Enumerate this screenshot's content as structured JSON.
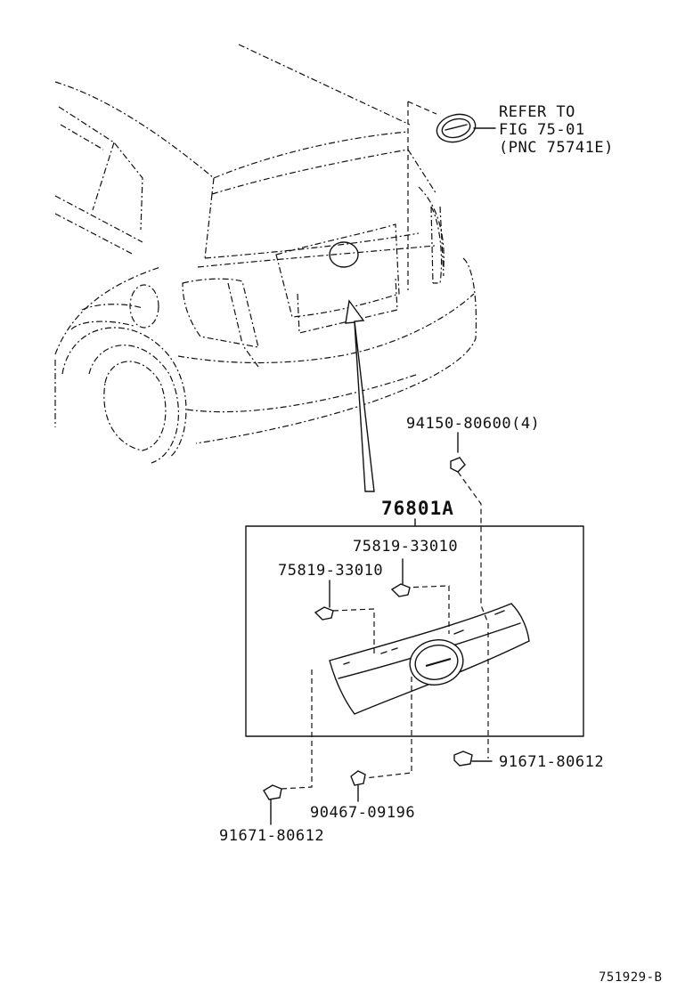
{
  "refer_note": {
    "line1": "REFER TO",
    "line2": "FIG  75-01",
    "line3": "(PNC  75741E)"
  },
  "callouts": {
    "bolt_top": "94150-80600(4)",
    "assembly": "76801A",
    "clip_upper_right": "75819-33010",
    "clip_upper_left": "75819-33010",
    "nut_right": "91671-80612",
    "nut_bottom": "90467-09196",
    "nut_left": "91671-80612"
  },
  "figure_code": "751929-B"
}
